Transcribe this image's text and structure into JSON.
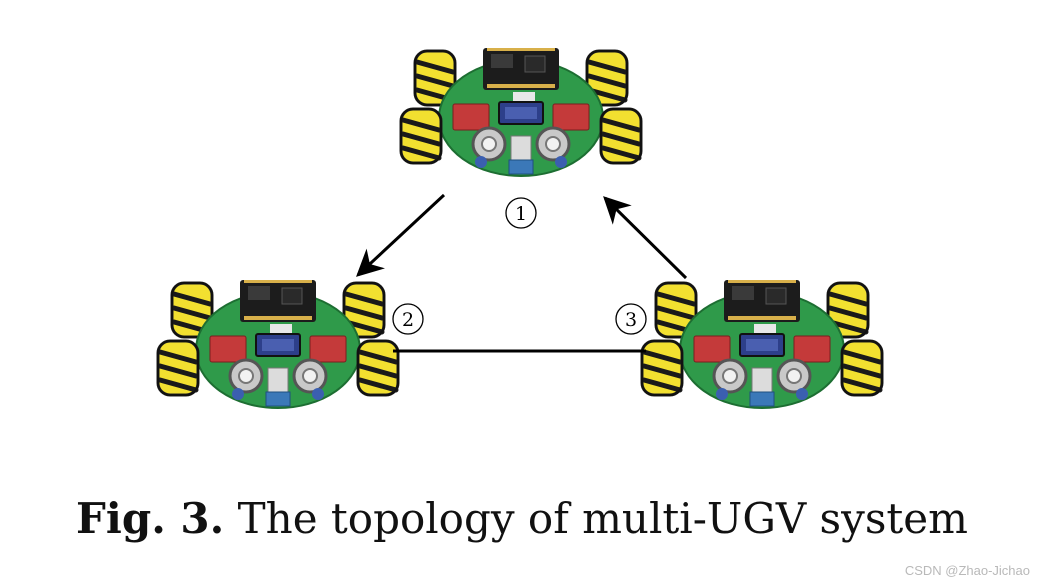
{
  "diagram": {
    "nodes": [
      {
        "id": "1",
        "label": "1"
      },
      {
        "id": "2",
        "label": "2"
      },
      {
        "id": "3",
        "label": "3"
      }
    ],
    "edges": [
      {
        "from": "1",
        "to": "2",
        "directed": true
      },
      {
        "from": "3",
        "to": "1",
        "directed": true
      },
      {
        "from": "2",
        "to": "3",
        "directed": false
      }
    ]
  },
  "caption": {
    "fig_label": "Fig. 3.",
    "text": "The topology of multi-UGV system"
  },
  "watermark": "CSDN @Zhao-Jichao",
  "colors": {
    "wheel": "#f2e030",
    "wheel_tread": "#1a1a1a",
    "board": "#2f9a4a",
    "pcb_dark": "#1c1c1c",
    "driver": "#c43a3a",
    "display": "#2d3f8a",
    "button": "#c9c9c9",
    "arrow": "#000000"
  }
}
